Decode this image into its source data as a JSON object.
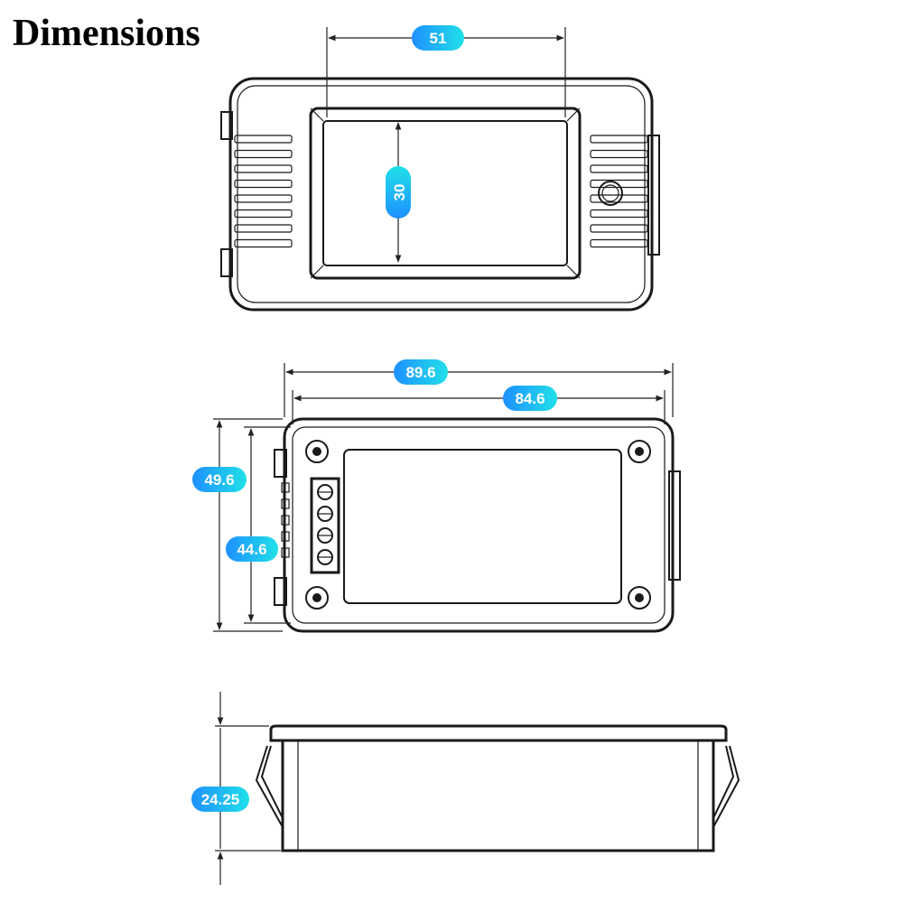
{
  "title": "Dimensions",
  "colors": {
    "pill_start": "#1e90ff",
    "pill_end": "#20e0e8",
    "line": "#1a1a1a",
    "background": "#ffffff"
  },
  "dimensions": {
    "display_width": "51",
    "display_height": "30",
    "overall_width": "89.6",
    "body_width": "84.6",
    "overall_height": "49.6",
    "body_height": "44.6",
    "depth": "24.25"
  }
}
